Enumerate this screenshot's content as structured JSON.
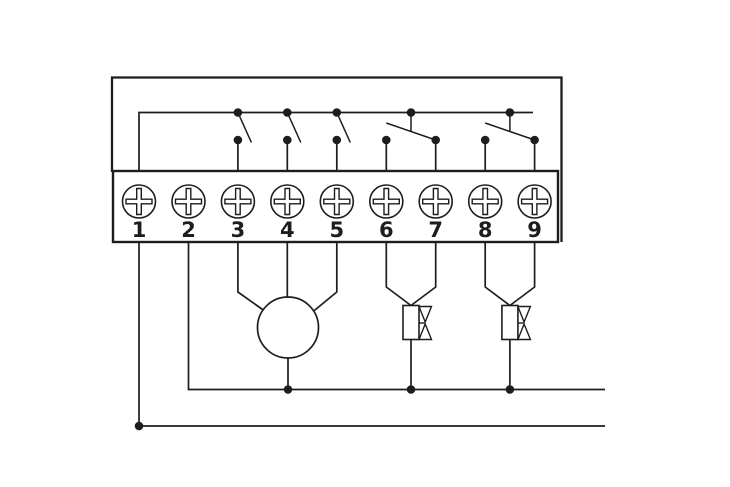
{
  "colors": {
    "line": "#1d1d1d",
    "background": "#ffffff"
  },
  "terminal_block": {
    "labels": [
      "1",
      "2",
      "3",
      "4",
      "5",
      "6",
      "7",
      "8",
      "9"
    ]
  },
  "components": {
    "frame": "enclosure-outline",
    "bus": "common-bus-wire",
    "switches": [
      "switch-terminal-3",
      "switch-terminal-4",
      "switch-terminal-5",
      "switch-terminals-6-7",
      "switch-terminals-8-9"
    ],
    "motor": "motor-symbol",
    "valves": [
      "valve-terminals-6-7",
      "valve-terminals-8-9"
    ]
  }
}
